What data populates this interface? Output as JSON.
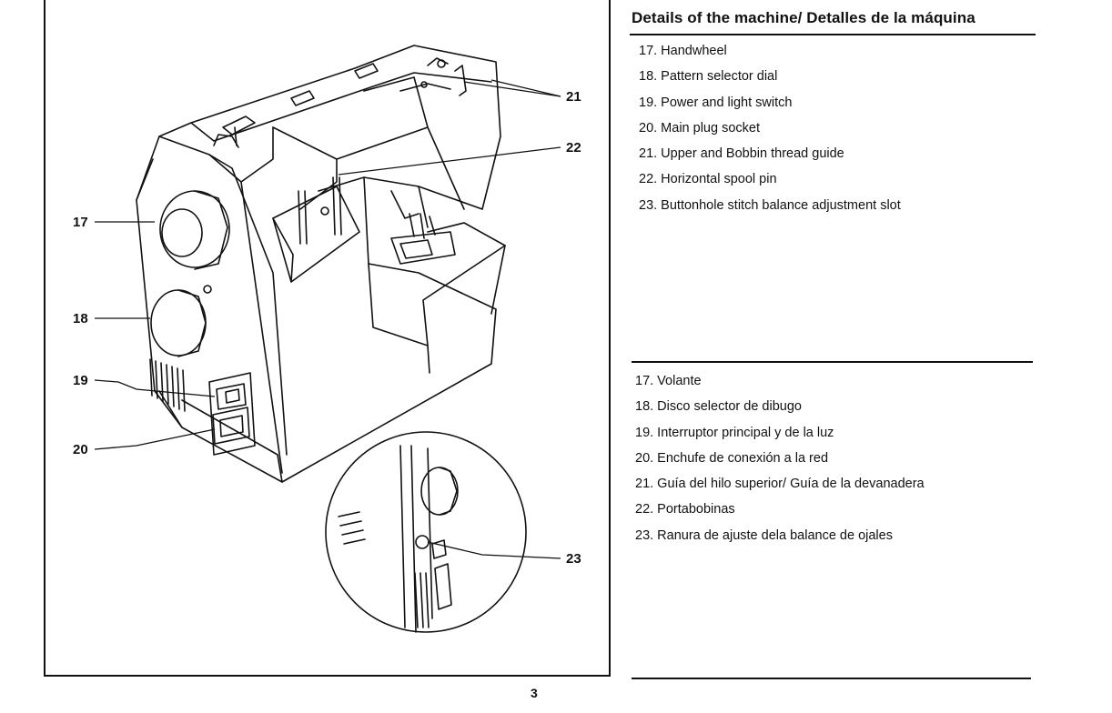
{
  "section": {
    "title": "Details of the machine/ Detalles de la máquina"
  },
  "callouts": [
    "17",
    "18",
    "19",
    "20",
    "21",
    "22",
    "23"
  ],
  "parts_en": [
    "17. Handwheel",
    "18. Pattern selector dial",
    "19. Power and light switch",
    "20. Main plug socket",
    "21. Upper and Bobbin thread guide",
    "22. Horizontal spool pin",
    "23. Buttonhole stitch balance adjustment slot"
  ],
  "parts_es": [
    "17. Volante",
    "18. Disco selector de dibugo",
    "19. Interruptor principal y de la luz",
    "20. Enchufe de conexión a la red",
    "21. Guía del hilo superior/ Guía de la devanadera",
    "22. Portabobinas",
    "23. Ranura de ajuste dela balance de ojales"
  ],
  "page_number": "3"
}
